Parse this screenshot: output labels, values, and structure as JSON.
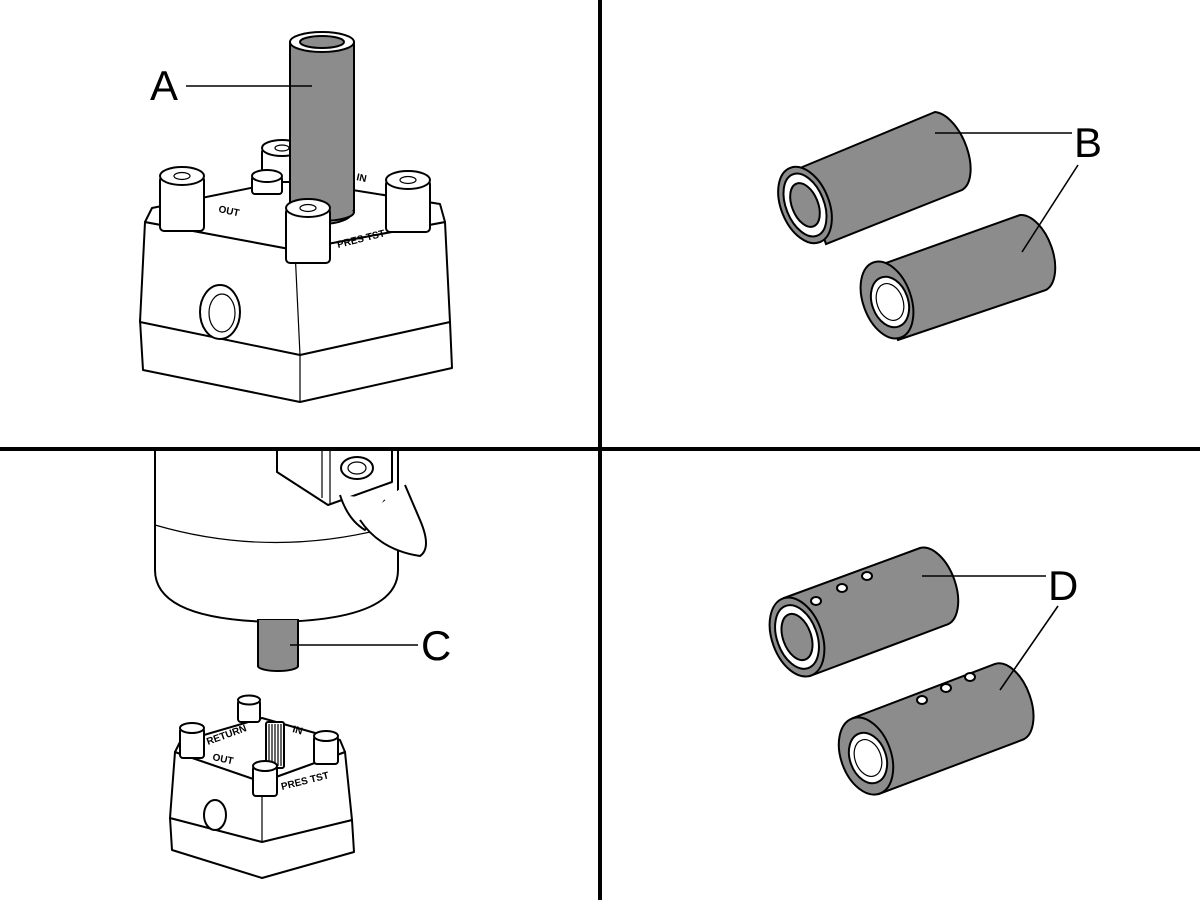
{
  "figure": {
    "labels": {
      "a": "A",
      "b": "B",
      "c": "C",
      "d": "D"
    },
    "block_markings": {
      "in": "IN",
      "out": "OUT",
      "return": "RETURN",
      "pres_tst": "PRES TST"
    },
    "colors": {
      "part_fill": "#8c8c8c",
      "outline": "#000000",
      "background": "#ffffff"
    }
  }
}
